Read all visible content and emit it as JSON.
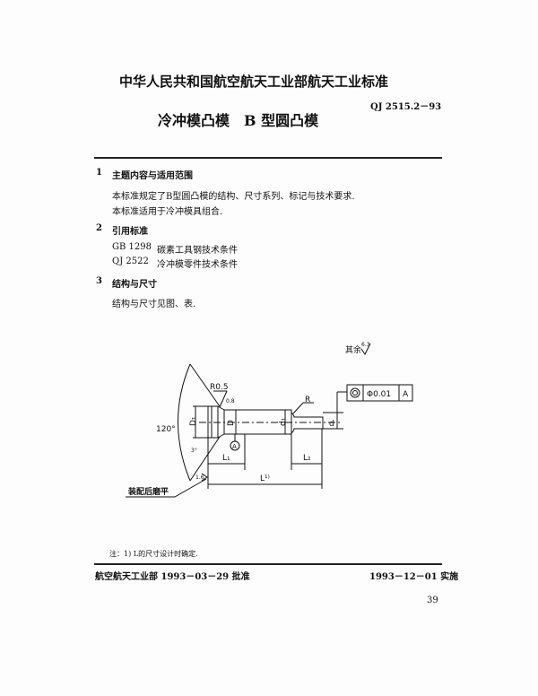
{
  "header": {
    "org": "中华人民共和国航空航天工业部航天工业标准",
    "code": "QJ 2515.2－93",
    "title": "冷冲模凸模　B 型圆凸模"
  },
  "sections": [
    {
      "num": "1",
      "heading": "主题内容与适用范围",
      "lines": [
        "本标准规定了B型圆凸模的结构、尺寸系列、标记与技术要求.",
        "本标准适用于冷冲模具组合."
      ]
    },
    {
      "num": "2",
      "heading": "引用标准",
      "refs": [
        {
          "code": "GB 1298",
          "name": "碳素工具钢技术条件"
        },
        {
          "code": "QJ 2522",
          "name": "冷冲模零件技术条件"
        }
      ]
    },
    {
      "num": "3",
      "heading": "结构与尺寸",
      "lines": [
        "结构与尺寸见图、表."
      ]
    }
  ],
  "drawing": {
    "roughness_rest": "其余",
    "roughness_rest_value": "6.3",
    "r05": "R0.5",
    "r": "R",
    "angle": "120°",
    "d1_cap": "D₁",
    "d_cap": "D",
    "d1": "d₁",
    "d": "d",
    "datum": "A",
    "tolerance": "Φ0.01",
    "tolerance_datum": "A",
    "l1": "L₁",
    "l2": "L₂",
    "l": "L¹⁾",
    "grind_note": "装配后磨平",
    "rough_08": "0.8",
    "rough_16": "1.6",
    "chamfer": "3°"
  },
  "note": "注：1) L的尺寸设计时确定.",
  "footer": {
    "approved": "航空航天工业部 1993－03－29 批准",
    "effective": "1993－12－01 实施",
    "page": "39"
  }
}
